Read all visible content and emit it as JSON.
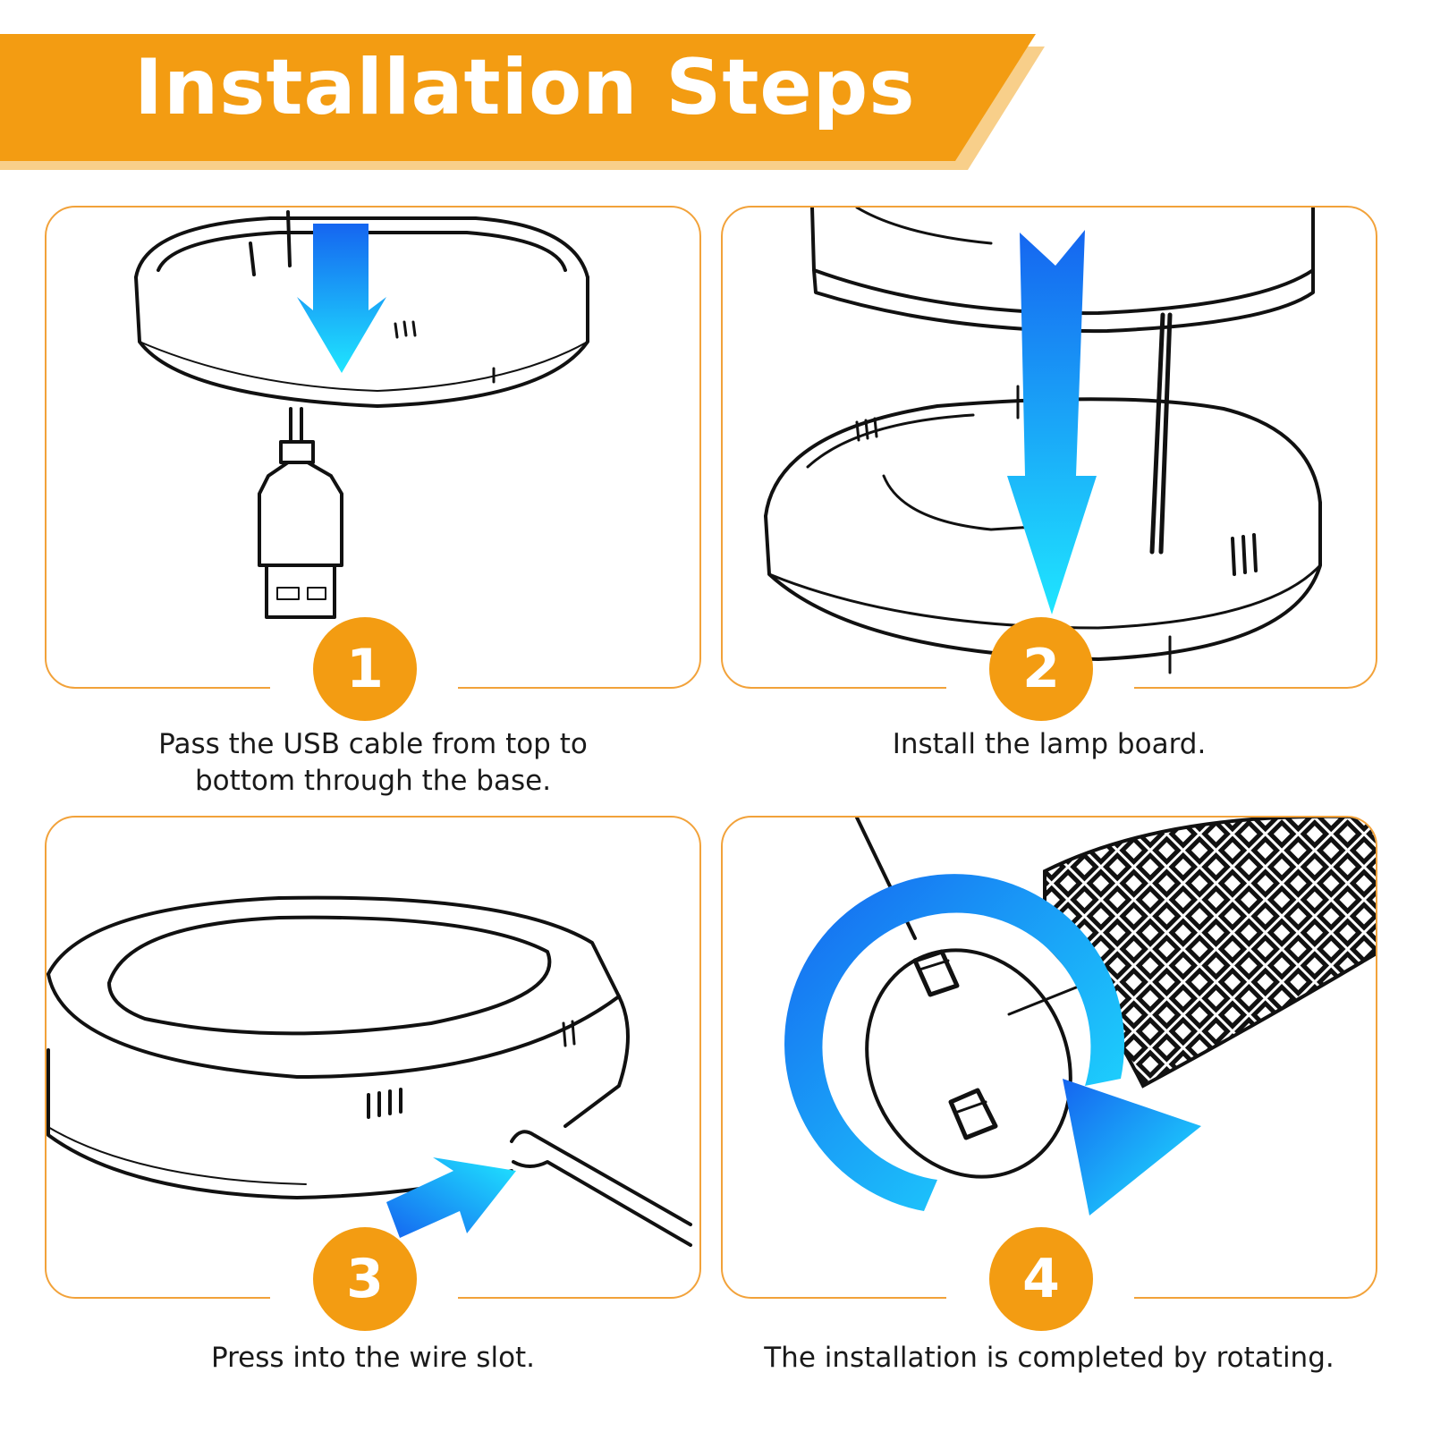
{
  "header": {
    "title": "Installation Steps",
    "colors": {
      "banner": "#f39c12",
      "banner_shadow": "#f8cf8a",
      "title_text": "#ffffff"
    }
  },
  "steps": [
    {
      "number": "1",
      "caption_lines": [
        "Pass the USB cable from top to",
        "bottom through the base."
      ],
      "icon": "usb-cable-through-base-illustration"
    },
    {
      "number": "2",
      "caption_lines": [
        "Install the lamp board."
      ],
      "icon": "lamp-board-install-illustration"
    },
    {
      "number": "3",
      "caption_lines": [
        "Press into the wire slot."
      ],
      "icon": "wire-slot-illustration"
    },
    {
      "number": "4",
      "caption_lines": [
        "The installation is completed by rotating."
      ],
      "icon": "rotate-shade-illustration"
    }
  ],
  "colors": {
    "badge": "#f39c12",
    "panel_border": "#f2a23a",
    "arrow_dark": "#1565f0",
    "arrow_light": "#1fe6ff"
  }
}
